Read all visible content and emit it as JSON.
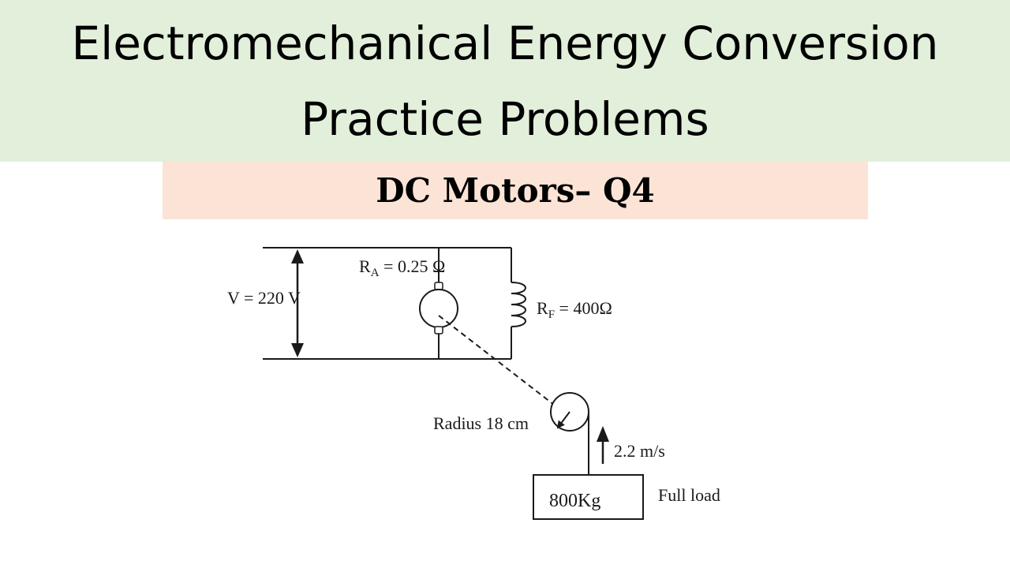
{
  "header": {
    "title_line1": "Electromechanical Energy Conversion",
    "title_line2": "Practice Problems",
    "subtitle": "DC Motors– Q4"
  },
  "diagram": {
    "voltage_label": "V = 220 V",
    "armature_resistance": {
      "symbol": "R",
      "subscript": "A",
      "value": " = 0.25 Ω"
    },
    "field_resistance": {
      "symbol": "R",
      "subscript": "F",
      "value": " = 400Ω"
    },
    "pulley_label": "Radius 18 cm",
    "speed_label": "2.2 m/s",
    "mass_label": "800Kg",
    "load_label": "Full load"
  },
  "colors": {
    "title_band": "#e2efda",
    "subtitle_band": "#fbe4d6",
    "line": "#1a1a1a"
  }
}
